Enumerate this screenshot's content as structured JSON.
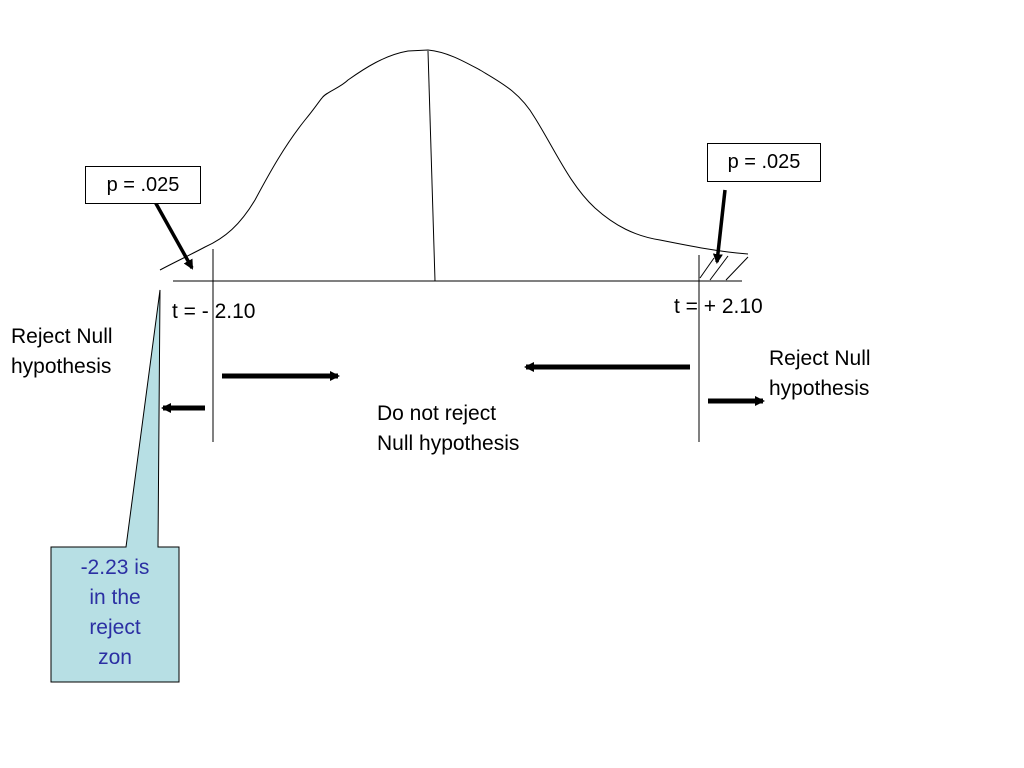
{
  "diagram": {
    "left_p_box": "p = .025",
    "right_p_box": "p = .025",
    "left_t_label": "t = - 2.10",
    "right_t_label": "t = + 2.10",
    "left_reject_label": [
      "Reject Null",
      "hypothesis"
    ],
    "right_reject_label": [
      "Reject Null",
      "hypothesis"
    ],
    "center_label": [
      "Do not reject",
      "Null hypothesis"
    ],
    "callout_text": [
      "-2.23 is",
      "in the",
      "reject",
      "zon"
    ]
  },
  "colors": {
    "callout_fill": "#b7dfe4",
    "callout_text": "#2b2fa3",
    "line": "#000000"
  }
}
